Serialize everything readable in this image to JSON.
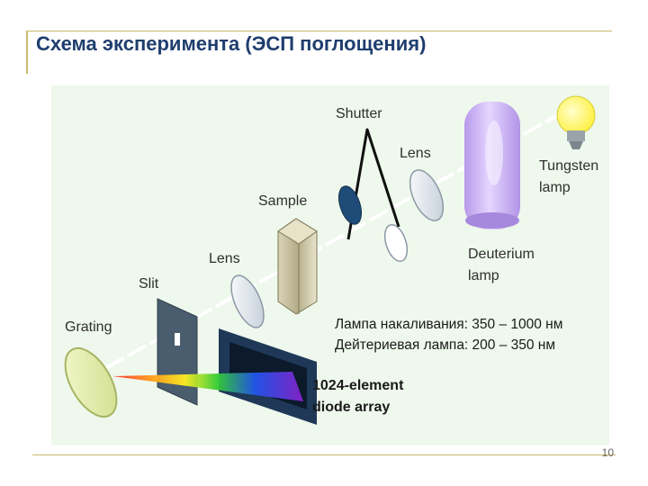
{
  "title": "Схема эксперимента (ЭСП поглощения)",
  "page_number": "10",
  "diagram": {
    "labels": {
      "shutter": "Shutter",
      "lens_right": "Lens",
      "sample": "Sample",
      "tungsten_line1": "Tungsten",
      "tungsten_line2": "lamp",
      "lens_left": "Lens",
      "deuterium_line1": "Deuterium",
      "deuterium_line2": "lamp",
      "slit": "Slit",
      "grating": "Grating",
      "diode_line1": "1024-element",
      "diode_line2": "diode array"
    },
    "ranges": {
      "tungsten": "Лампа накаливания: 350 – 1000 нм",
      "deuterium": "Дейтериевая лампа: 200 – 350 нм"
    }
  },
  "colors": {
    "title": "#1f3e6e",
    "rule": "#c9b96a",
    "diagram_background": "#eef8ec",
    "deuterium_lamp": "#cbb4f2",
    "tungsten_bulb": "#ffff66",
    "grating": "#e3eeaa",
    "shutter_blade": "#1f4b78",
    "slit_panel": "#4a5d6e",
    "diode_frame": "#1f3858"
  }
}
